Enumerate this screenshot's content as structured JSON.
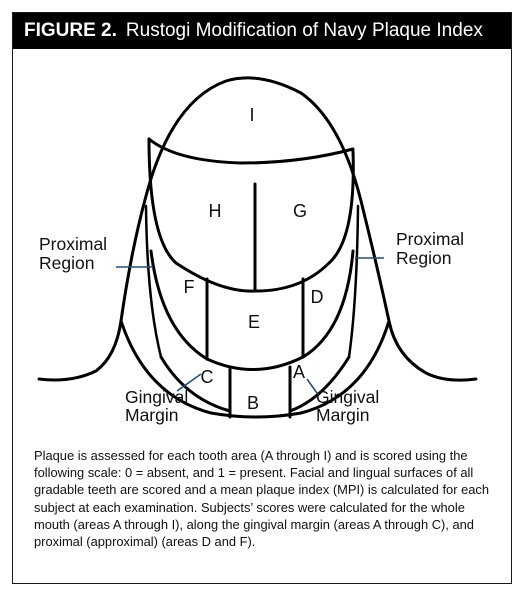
{
  "figure": {
    "label": "FIGURE 2.",
    "title": "Rustogi Modification of Navy Plaque Index"
  },
  "diagram": {
    "areas": {
      "a": "A",
      "b": "B",
      "c": "C",
      "d": "D",
      "e": "E",
      "f": "F",
      "g": "G",
      "h": "H",
      "i": "I"
    },
    "callouts": {
      "proximal_left": [
        "Proximal",
        "Region"
      ],
      "proximal_right": [
        "Proximal",
        "Region"
      ],
      "gingival_left": [
        "Gingival",
        "Margin"
      ],
      "gingival_right": [
        "Gingival",
        "Margin"
      ]
    }
  },
  "caption": "Plaque is assessed for each tooth area (A through I) and is scored using the following scale: 0 = absent, and 1 = present. Facial and lingual surfaces of all gradable teeth are scored and a mean plaque index (MPI) is calculated for each subject at each examination. Subjects’ scores were calculated for the whole mouth (areas A through I), along the gingival margin (areas A through C), and proximal (approximal) (areas D and F)."
}
